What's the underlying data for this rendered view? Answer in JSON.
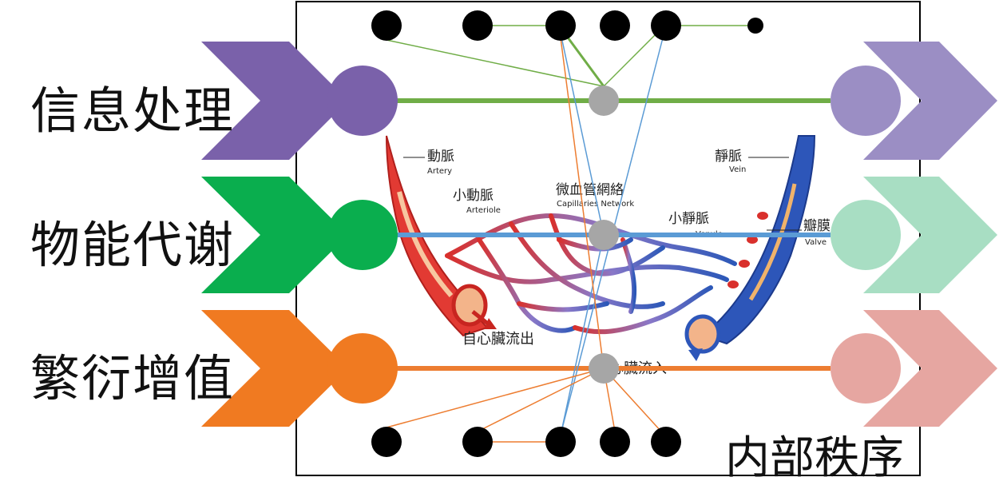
{
  "rows": [
    {
      "label": "信息处理",
      "color": "#7a61aa",
      "light": "#9b8ec4",
      "line": "#70ad47"
    },
    {
      "label": "物能代谢",
      "color": "#0aae4e",
      "light": "#a8dec3",
      "line": "#5b9bd5"
    },
    {
      "label": "繁衍增值",
      "color": "#f07a21",
      "light": "#e6a6a1",
      "line": "#ed7d31"
    }
  ],
  "corner_label": "内部秩序",
  "illustration": {
    "artery": "動脈",
    "artery_en": "Artery",
    "arteriole": "小動脈",
    "arteriole_en": "Arteriole",
    "capillaries": "微血管網絡",
    "capillaries_en": "Capillaries Network",
    "venule": "小靜脈",
    "venule_en": "Venule",
    "vein": "靜脈",
    "vein_en": "Vein",
    "valve": "瓣膜",
    "valve_en": "Valve",
    "out_of_heart": "自心臟流出",
    "into_heart": "回心臟流入"
  },
  "colors": {
    "hub": "#a6a6a6",
    "node": "#000000",
    "border": "#000000"
  }
}
